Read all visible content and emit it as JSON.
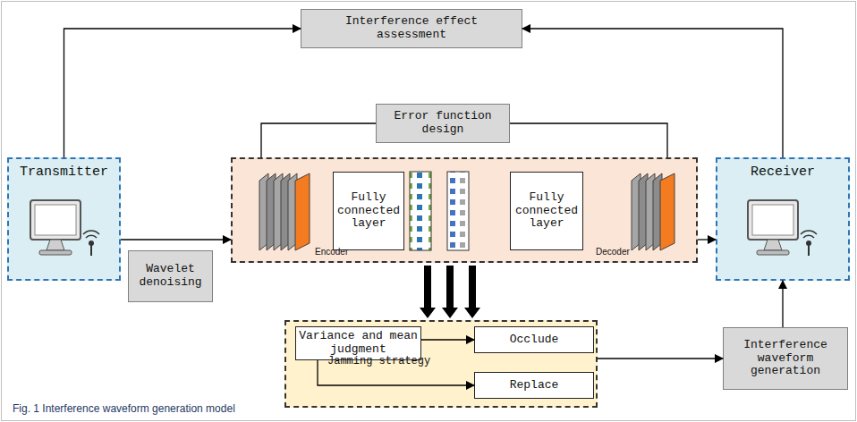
{
  "diagram": {
    "caption": "Fig. 1 Interference waveform generation model",
    "nodes": [
      {
        "text": [
          "Interference effect assessment"
        ]
      },
      {
        "text": [
          "Error function design"
        ]
      },
      {
        "text": [
          "Transmitter"
        ]
      },
      {
        "text": [
          "Encoder",
          "Decoder"
        ]
      },
      {
        "text": [
          "Fully connected layer"
        ],
        "in": 3
      },
      {
        "text": [
          "Fully connected layer"
        ],
        "in": 3
      },
      {
        "text": [
          "Receiver"
        ]
      },
      {
        "text": [
          "Wavelet denoising"
        ]
      },
      {
        "text": [
          "Jamming strategy"
        ]
      },
      {
        "text": [
          "Variance and mean judgment"
        ],
        "in": 8
      },
      {
        "text": [
          "Occlude"
        ],
        "in": 8
      },
      {
        "text": [
          "Replace"
        ],
        "in": 8
      },
      {
        "text": [
          "Interference waveform generation"
        ]
      }
    ],
    "edges": [
      {
        "from": 2,
        "to": 0,
        "arrow": "to"
      },
      {
        "from": 6,
        "to": 0,
        "arrow": "to"
      },
      {
        "from": 3,
        "to": 1,
        "arrow": "none"
      },
      {
        "from": 1,
        "to": 3,
        "arrow": "none"
      },
      {
        "from": 2,
        "to": 3,
        "arrow": "to"
      },
      {
        "from": 3,
        "to": 6,
        "arrow": "to"
      },
      {
        "from": 3,
        "to": 8,
        "arrow": "to"
      },
      {
        "from": 9,
        "to": 10,
        "arrow": "to"
      },
      {
        "from": 9,
        "to": 11,
        "arrow": "to"
      },
      {
        "from": 8,
        "to": 12,
        "arrow": "to"
      },
      {
        "from": 12,
        "to": 6,
        "arrow": "to"
      }
    ]
  }
}
